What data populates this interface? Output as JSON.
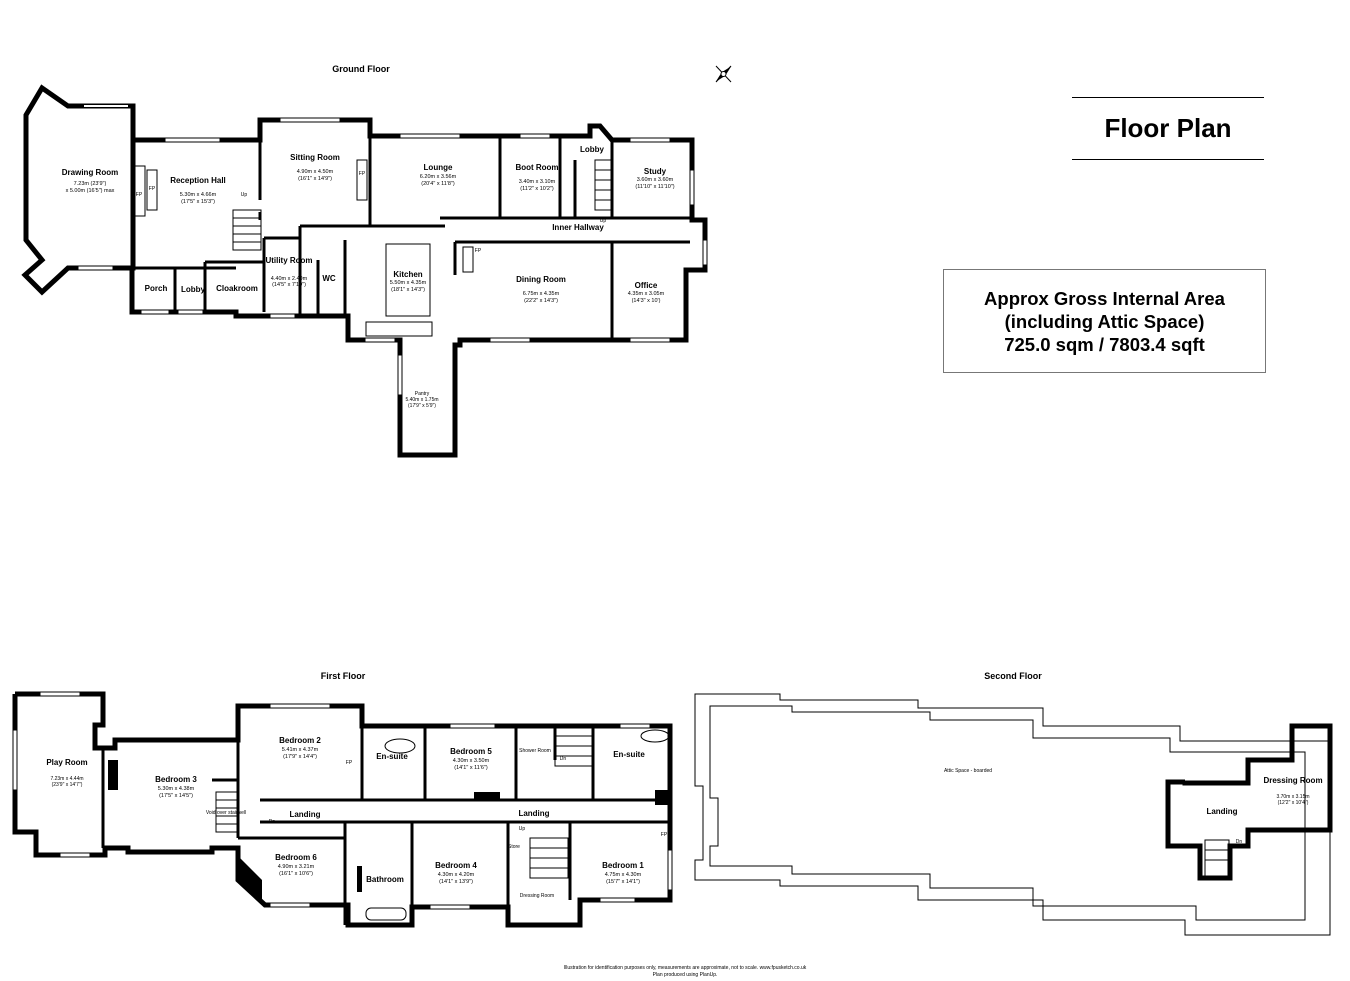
{
  "title": "Floor Plan",
  "area": {
    "line1": "Approx Gross Internal Area",
    "line2": "(including Attic Space)",
    "line3": "725.0 sqm / 7803.4 sqft"
  },
  "floors": {
    "ground": "Ground Floor",
    "first": "First Floor",
    "second": "Second Floor"
  },
  "rooms": {
    "drawing_room": {
      "name": "Drawing Room",
      "dim1": "7.23m (23'9\")",
      "dim2": "x 5.00m (16'5\") max"
    },
    "reception_hall": {
      "name": "Reception Hall",
      "dim1": "5.30m x 4.66m",
      "dim2": "(17'5\" x 15'3\")"
    },
    "sitting_room": {
      "name": "Sitting Room",
      "dim1": "4.90m x 4.50m",
      "dim2": "(16'1\" x 14'9\")"
    },
    "lounge": {
      "name": "Lounge",
      "dim1": "6.20m x 3.56m",
      "dim2": "(20'4\" x 11'8\")"
    },
    "boot_room": {
      "name": "Boot Room",
      "dim1": "3.40m x 3.10m",
      "dim2": "(11'2\" x 10'2\")"
    },
    "lobby_n": {
      "name": "Lobby"
    },
    "study": {
      "name": "Study",
      "dim1": "3.60m x 3.60m",
      "dim2": "(11'10\" x 11'10\")"
    },
    "inner_hallway": {
      "name": "Inner Hallway"
    },
    "kitchen": {
      "name": "Kitchen",
      "dim1": "5.50m x 4.35m",
      "dim2": "(18'1\" x 14'3\")"
    },
    "dining_room": {
      "name": "Dining Room",
      "dim1": "6.75m x 4.35m",
      "dim2": "(22'2\" x 14'3\")"
    },
    "office": {
      "name": "Office",
      "dim1": "4.35m x 3.05m",
      "dim2": "(14'3\" x 10')"
    },
    "utility_room": {
      "name": "Utility Room",
      "dim1": "4.40m x 2.40m",
      "dim2": "(14'5\" x 7'10\")"
    },
    "wc": {
      "name": "WC"
    },
    "porch": {
      "name": "Porch"
    },
    "lobby_w": {
      "name": "Lobby"
    },
    "cloakroom": {
      "name": "Cloakroom"
    },
    "pantry": {
      "name": "Pantry",
      "dim1": "5.40m x 1.75m",
      "dim2": "(17'9\" x 5'9\")"
    },
    "play_room": {
      "name": "Play Room",
      "dim1": "7.23m x 4.44m",
      "dim2": "(23'9\" x 14'7\")"
    },
    "bedroom3": {
      "name": "Bedroom 3",
      "dim1": "5.30m x 4.38m",
      "dim2": "(17'5\" x 14'5\")"
    },
    "bedroom2": {
      "name": "Bedroom 2",
      "dim1": "5.41m x 4.37m",
      "dim2": "(17'9\" x 14'4\")"
    },
    "ensuite_a": {
      "name": "En-suite"
    },
    "bedroom5": {
      "name": "Bedroom 5",
      "dim1": "4.30m x 3.50m",
      "dim2": "(14'1\" x 11'6\")"
    },
    "shower_room": {
      "name": "Shower Room"
    },
    "ensuite_b": {
      "name": "En-suite"
    },
    "void": {
      "name": "Void over stairwell"
    },
    "landing_a": {
      "name": "Landing"
    },
    "landing_b": {
      "name": "Landing"
    },
    "bedroom6": {
      "name": "Bedroom 6",
      "dim1": "4.90m x 3.21m",
      "dim2": "(16'1\" x 10'6\")"
    },
    "bathroom": {
      "name": "Bathroom"
    },
    "bedroom4": {
      "name": "Bedroom 4",
      "dim1": "4.30m x 4.20m",
      "dim2": "(14'1\" x 13'9\")"
    },
    "store": {
      "name": "Store"
    },
    "dressing_a": {
      "name": "Dressing Room"
    },
    "bedroom1": {
      "name": "Bedroom 1",
      "dim1": "4.75m x 4.30m",
      "dim2": "(15'7\" x 14'1\")"
    },
    "attic": {
      "name": "Attic Space - boarded"
    },
    "landing_c": {
      "name": "Landing"
    },
    "dressing_b": {
      "name": "Dressing Room",
      "dim1": "3.70m x 3.15m",
      "dim2": "(12'2\" x 10'4\")"
    }
  },
  "markers": {
    "fp": "FP",
    "up": "Up",
    "dn": "Dn"
  },
  "disclaimer": {
    "line1": "Illustration for identification purposes only, measurements are approximate, not to scale. www.fpusketch.co.uk",
    "line2": "Plan produced using PlanUp."
  }
}
